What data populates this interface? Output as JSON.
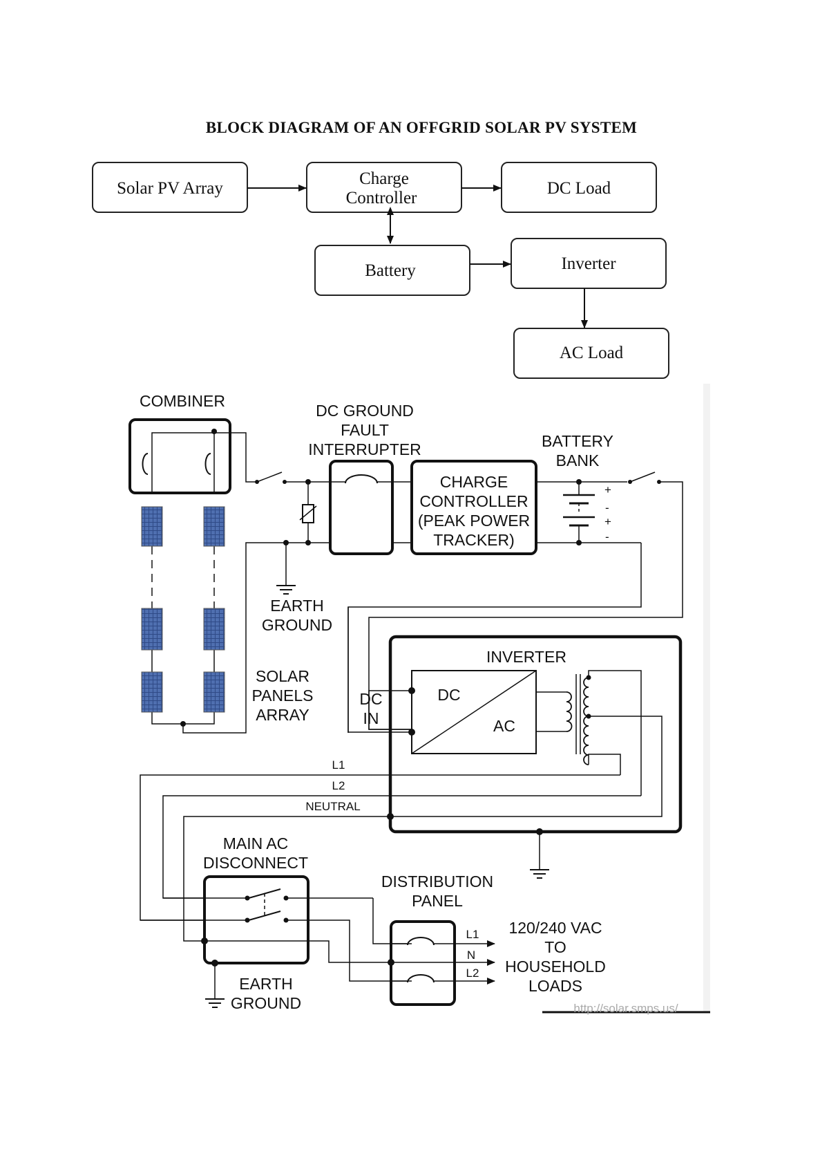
{
  "title": "BLOCK DIAGRAM OF AN OFFGRID SOLAR PV SYSTEM",
  "block_diagram": {
    "blocks": {
      "solar_pv_array": "Solar PV Array",
      "charge_controller": [
        "Charge",
        "Controller"
      ],
      "dc_load": "DC Load",
      "battery": "Battery",
      "inverter": "Inverter",
      "ac_load": "AC Load"
    }
  },
  "wiring": {
    "combiner": "COMBINER",
    "dc_gfi": [
      "DC GROUND",
      "FAULT",
      "INTERRUPTER"
    ],
    "battery_bank": [
      "BATTERY",
      "BANK"
    ],
    "charge_controller": [
      "CHARGE",
      "CONTROLLER",
      "(PEAK POWER",
      "TRACKER)"
    ],
    "earth_ground_top": [
      "EARTH",
      "GROUND"
    ],
    "solar_panels_array": [
      "SOLAR",
      "PANELS",
      "ARRAY"
    ],
    "dc_in": [
      "DC",
      "IN"
    ],
    "inverter": "INVERTER",
    "inverter_dc": "DC",
    "inverter_ac": "AC",
    "line_l1": "L1",
    "line_l2": "L2",
    "line_neutral": "NEUTRAL",
    "main_ac_disconnect": [
      "MAIN AC",
      "DISCONNECT"
    ],
    "distribution_panel": [
      "DISTRIBUTION",
      "PANEL"
    ],
    "earth_ground_bottom": [
      "EARTH",
      "GROUND"
    ],
    "out_l1": "L1",
    "out_n": "N",
    "out_l2": "L2",
    "loads": [
      "120/240 VAC",
      "TO",
      "HOUSEHOLD",
      "LOADS"
    ],
    "polarity": [
      "+",
      "-",
      "+",
      "-"
    ],
    "watermark": "http://solar.smps.us/"
  }
}
